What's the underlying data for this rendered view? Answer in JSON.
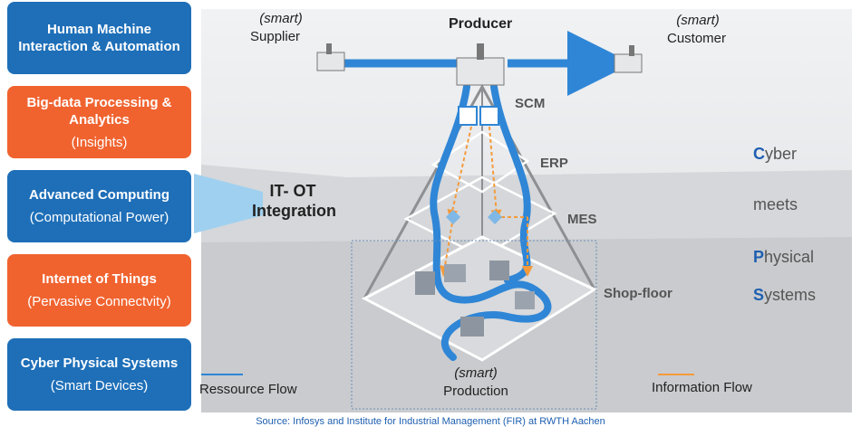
{
  "left_boxes": [
    {
      "title": "Human Machine Interaction & Automation",
      "subtitle": "",
      "color": "#1e6fb8"
    },
    {
      "title": "Big-data Processing & Analytics",
      "subtitle": "(Insights)",
      "color": "#f0632f"
    },
    {
      "title": "Advanced Computing",
      "subtitle": "(Computational Power)",
      "color": "#1e6fb8"
    },
    {
      "title": "Internet of Things",
      "subtitle": "(Pervasive Connectvity)",
      "color": "#f0632f"
    },
    {
      "title": "Cyber Physical Systems",
      "subtitle": "(Smart Devices)",
      "color": "#1e6fb8"
    }
  ],
  "diagram": {
    "supplier_smart": "(smart)",
    "supplier": "Supplier",
    "producer": "Producer",
    "customer_smart": "(smart)",
    "customer": "Customer",
    "levels": [
      "SCM",
      "ERP",
      "MES",
      "Shop-floor"
    ],
    "it_ot": "IT- OT Integration",
    "production_smart": "(smart)",
    "production": "Production",
    "resource_flow": "Ressource Flow",
    "information_flow": "Information Flow"
  },
  "cps_words": [
    {
      "cap": "C",
      "rest": "yber"
    },
    {
      "cap": "",
      "rest": "meets"
    },
    {
      "cap": "P",
      "rest": "hysical"
    },
    {
      "cap": "S",
      "rest": "ystems"
    }
  ],
  "source": "Source: Infosys and Institute for Industrial Management (FIR) at RWTH Aachen",
  "colors": {
    "resource_flow": "#2f86d6",
    "information_flow": "#f59a3a",
    "blue_box": "#1e6fb8",
    "orange_box": "#f0632f"
  }
}
